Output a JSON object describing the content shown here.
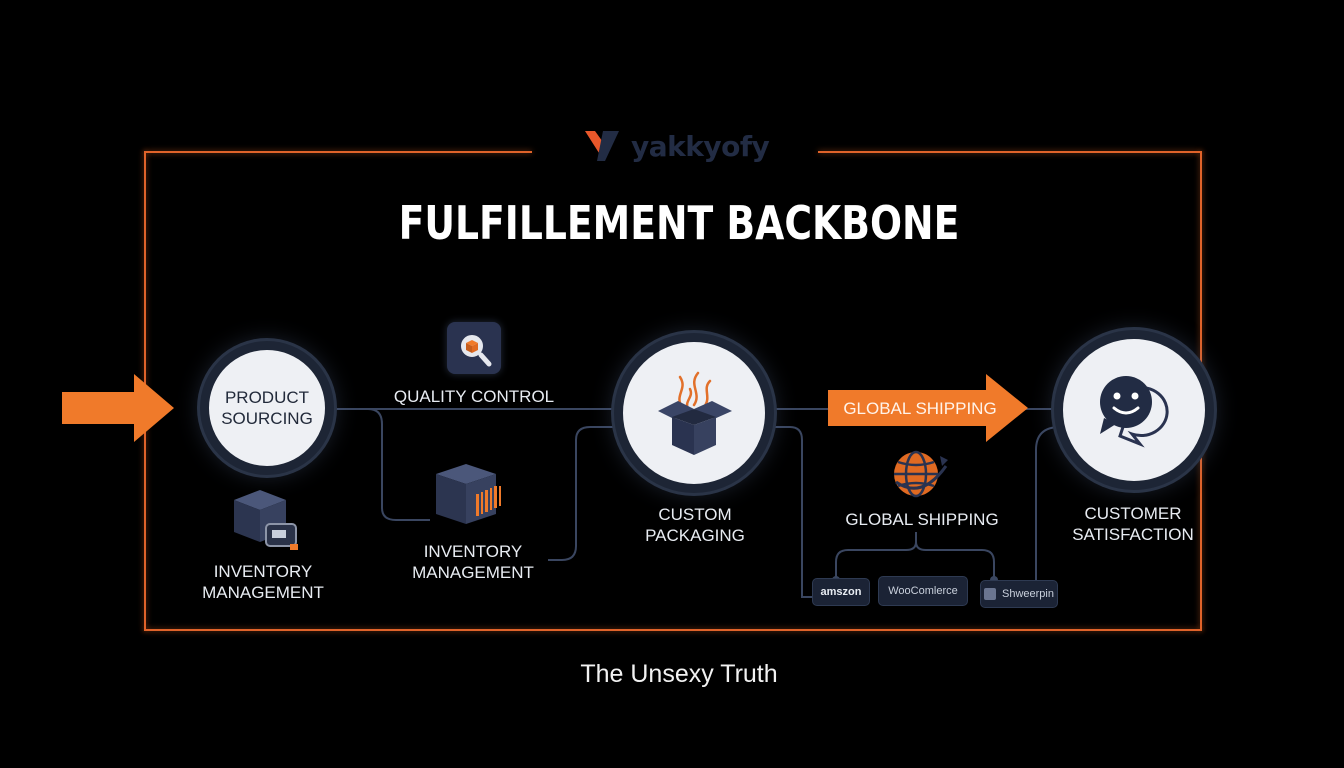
{
  "logo": {
    "text": "yakkyofy",
    "icon": "yakkyofy-y-logo"
  },
  "title": "FULFILLEMENT BACKBONE",
  "tagline": "The Unsexy Truth",
  "nodes": {
    "product_sourcing": "PRODUCT\nSOURCING",
    "inventory_management_1": "INVENTORY\nMANAGEMENT",
    "quality_control": "QUALITY CONTROL",
    "inventory_management_2": "INVENTORY\nMANAGEMENT",
    "custom_packaging": "CUSTOM\nPACKAGING",
    "global_shipping_arrow": "GLOBAL SHIPPING",
    "global_shipping": "GLOBAL SHIPPING",
    "customer_satisfaction": "CUSTOMER\nSATISFACTION"
  },
  "platforms": [
    "amszon",
    "WooComlerce",
    "Shweerpin"
  ],
  "icons": {
    "quality_control": "magnifier-box-icon",
    "inventory_1": "box-scanner-icon",
    "inventory_2": "box-barcode-icon",
    "packaging": "open-box-icon",
    "shipping": "globe-icon",
    "satisfaction": "smiley-chat-icon"
  },
  "colors": {
    "accent": "#f07a2a",
    "frame": "#e0632a",
    "navy": "#222c44",
    "circle": "#eef0f4"
  }
}
